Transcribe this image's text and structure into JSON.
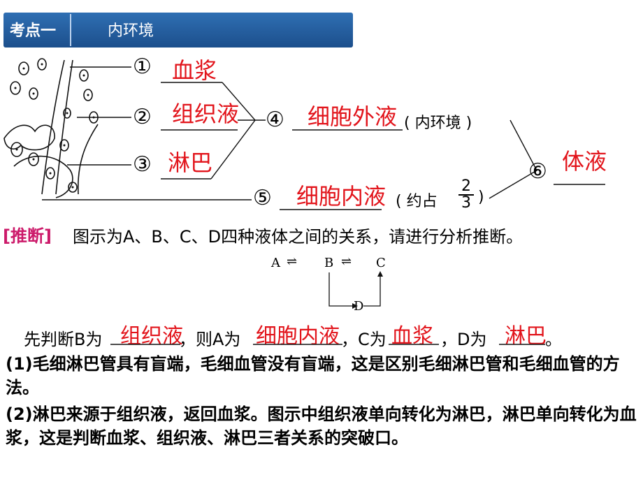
{
  "header": {
    "tag": "考点一",
    "title": "内环境"
  },
  "diagram": {
    "items": [
      {
        "num": "①",
        "answer": "血浆"
      },
      {
        "num": "②",
        "answer": "组织液"
      },
      {
        "num": "③",
        "answer": "淋巴"
      },
      {
        "num": "④",
        "answer": "细胞外液",
        "note": "( 内环境 )"
      },
      {
        "num": "⑤",
        "answer": "细胞内液",
        "note": "( 约占",
        "fraction_num": "2",
        "fraction_den": "3",
        "note_end": ")"
      },
      {
        "num": "⑥",
        "answer": "体液"
      }
    ]
  },
  "inference": {
    "tag": "[推断]",
    "text": "图示为A、B、C、D四种液体之间的关系，请进行分析推断。",
    "mini_diagram": {
      "a": "A",
      "b": "B",
      "c": "C",
      "d": "D",
      "arrow": "⇌"
    }
  },
  "fill_line": {
    "p1": "先判断B为",
    "a1": "组织液",
    "p2": "，则A为",
    "a2": "细胞内液",
    "p3": "，C为",
    "a3": "血浆",
    "p4": "，D为",
    "a4": "淋巴",
    "p5": "。"
  },
  "paragraphs": [
    "(1)毛细淋巴管具有盲端，毛细血管没有盲端，这是区别毛细淋巴管和毛细血管的方法。",
    "(2)淋巴来源于组织液，返回血浆。图示中组织液单向转化为淋巴，淋巴单向转化为血浆，这是判断血浆、组织液、淋巴三者关系的突破口。"
  ]
}
